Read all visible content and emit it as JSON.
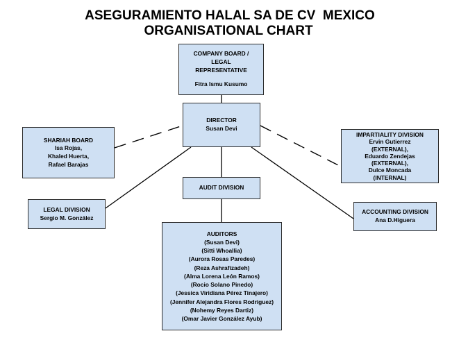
{
  "title_line1": "ASEGURAMIENTO HALAL SA DE CV  MEXICO",
  "title_line2": "ORGANISATIONAL CHART",
  "board": {
    "title_lines": [
      "COMPANY BOARD /",
      "LEGAL",
      "REPRESENTATIVE"
    ],
    "name": "Fitra Ismu Kusumo"
  },
  "director": {
    "title": "DIRECTOR",
    "name": "Susan Devi"
  },
  "shariah": {
    "title": "SHARIAH BOARD",
    "members": [
      "Isa Rojas,",
      "Khaled Huerta,",
      "Rafael Barajas"
    ]
  },
  "impartiality": {
    "title": "IMPARTIALITY DIVISION",
    "members": [
      "Ervin Gutierrez",
      "(EXTERNAL),",
      "Eduardo Zendejas",
      "(EXTERNAL),",
      "Dulce Moncada",
      "(INTERNAL)"
    ]
  },
  "audit_division": {
    "title": "AUDIT DIVISION"
  },
  "legal": {
    "title": "LEGAL DIVISION",
    "name": "Sergio M. González"
  },
  "accounting": {
    "title": "ACCOUNTING DIVISION",
    "name": "Ana D.Higuera"
  },
  "auditors": {
    "title": "AUDITORS",
    "members": [
      "(Susan Devi)",
      "(Sitti Whoallia)",
      "(Aurora Rosas Paredes)",
      "(Reza Ashrafizadeh)",
      "(Alma Lorena León Ramos)",
      "(Rocio Solano Pinedo)",
      "(Jessica Viridiana Pérez Tinajero)",
      "(Jennifer Alejandra Flores Rodriguez)",
      "(Nohemy Reyes Dartiz)",
      "(Omar Javier González Ayub)"
    ]
  },
  "colors": {
    "box_fill": "#cfe0f3",
    "box_border": "#2b2b2b",
    "connector": "#000000"
  }
}
